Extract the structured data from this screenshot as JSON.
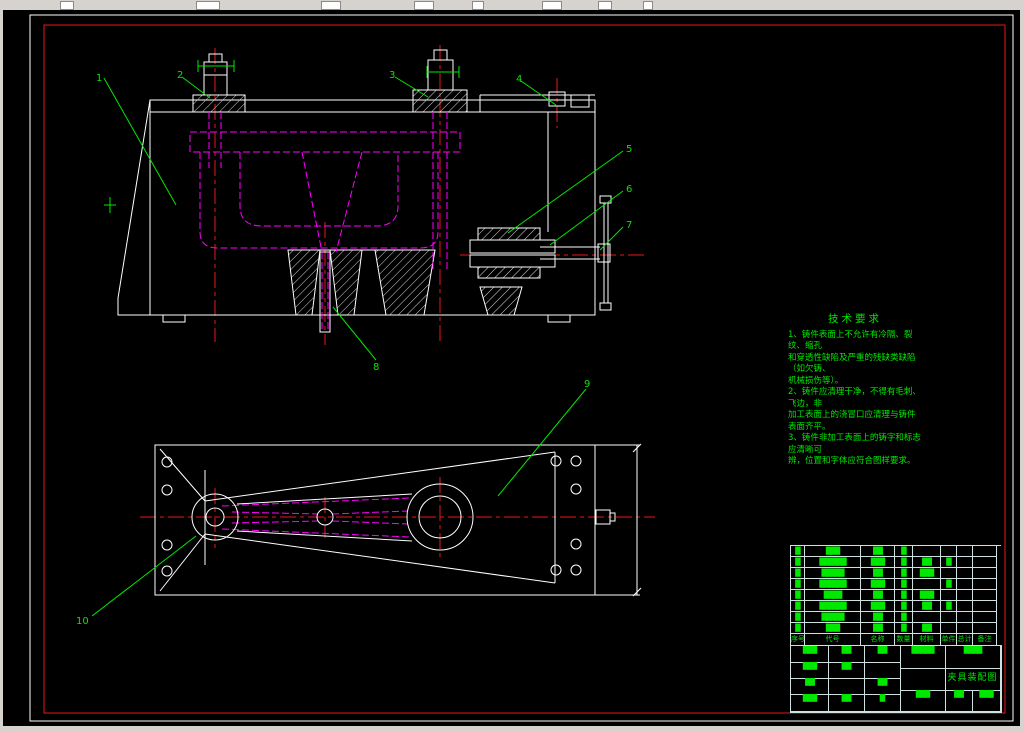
{
  "colors": {
    "background": "#000000",
    "chrome": "#d6d3ce",
    "frame_outer": "#ffffff",
    "frame_inner": "#e81818",
    "line": "#ffffff",
    "centerline": "#e81818",
    "phantom": "#ff00ff",
    "annotation": "#00e800",
    "table_grid": "#cfe0e0"
  },
  "balloons": [
    "1",
    "2",
    "3",
    "4",
    "5",
    "6",
    "7",
    "8",
    "9",
    "10"
  ],
  "tech_req": {
    "title": "技术要求",
    "lines": [
      "1、铸件表面上不允许有冷隔、裂纹、缩孔",
      "和穿透性缺陷及严重的残缺类缺陷（如欠铸、",
      "机械损伤等）。",
      "2、铸件应清理干净，不得有毛刺、飞边，非",
      "加工表面上的浇冒口应清理与铸件表面齐平。",
      "3、铸件非加工表面上的铸字和标志应清晰可",
      "辨，位置和字体应符合图样要求。"
    ]
  },
  "bom": {
    "headers": {
      "seq": "序号",
      "code": "代号",
      "name": "名称",
      "qty": "数量",
      "mat": "材料",
      "unit": "单件",
      "total": "总计",
      "rem": "备注"
    },
    "rows": [
      {
        "seq": "█",
        "code": "███",
        "name": "██",
        "qty": "█",
        "mat": "",
        "unit": "",
        "total": "",
        "rem": ""
      },
      {
        "seq": "█",
        "code": "██████",
        "name": "███",
        "qty": "█",
        "mat": "██",
        "unit": "█",
        "total": "",
        "rem": ""
      },
      {
        "seq": "█",
        "code": "█████",
        "name": "██",
        "qty": "█",
        "mat": "███",
        "unit": "",
        "total": "",
        "rem": ""
      },
      {
        "seq": "█",
        "code": "██████",
        "name": "███",
        "qty": "█",
        "mat": "",
        "unit": "█",
        "total": "",
        "rem": ""
      },
      {
        "seq": "█",
        "code": "████",
        "name": "██",
        "qty": "█",
        "mat": "███",
        "unit": "",
        "total": "",
        "rem": ""
      },
      {
        "seq": "█",
        "code": "██████",
        "name": "███",
        "qty": "█",
        "mat": "██",
        "unit": "█",
        "total": "",
        "rem": ""
      },
      {
        "seq": "█",
        "code": "█████",
        "name": "██",
        "qty": "█",
        "mat": "",
        "unit": "",
        "total": "",
        "rem": ""
      },
      {
        "seq": "█",
        "code": "███",
        "name": "██",
        "qty": "█",
        "mat": "██",
        "unit": "",
        "total": "",
        "rem": ""
      }
    ]
  },
  "title_block": {
    "drawing_name": "夹具装配图",
    "cells": {
      "l00": "███",
      "l01": "██",
      "l02": "██",
      "l10": "███",
      "l11": "██",
      "l12": "",
      "l20": "██",
      "l21": "",
      "l22": "██",
      "l30": "███",
      "l31": "██",
      "l32": "█",
      "mid_top": "█████",
      "mid_bottom": "███",
      "right_top": "████",
      "b0": "██",
      "b1": "███"
    }
  }
}
